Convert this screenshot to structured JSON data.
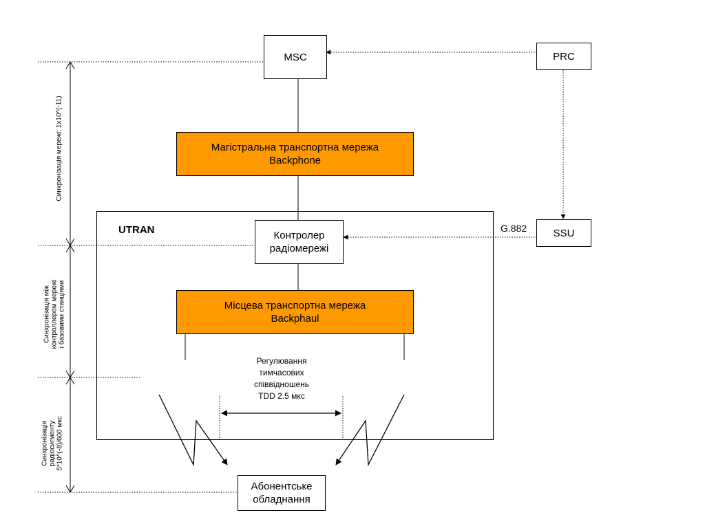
{
  "nodes": {
    "msc": "MSC",
    "prc": "PRC",
    "ssu": "SSU",
    "backbone": {
      "line1": "Магістральна транспортна мережа",
      "line2": "Backphone"
    },
    "rnc": {
      "line1": "Контролер",
      "line2": "радіомережі"
    },
    "backhaul": {
      "line1": "Місцева транспортна мережа",
      "line2": "Backphaul"
    },
    "ue": {
      "line1": "Абонентське",
      "line2": "обладнання"
    }
  },
  "labels": {
    "utran": "UTRAN",
    "g882": "G.882",
    "tdd": {
      "line1": "Регулювання",
      "line2": "тимчасових",
      "line3": "співвідношень",
      "line4": "TDD 2.5 мкс"
    }
  },
  "sync_levels": {
    "network": "Синхронізація мережі: 1x10^(-11)",
    "controller": {
      "line1": "Синхронізація між",
      "line2": "контроллером мережі",
      "line3": "і базовими станціями"
    },
    "radio": {
      "line1": "Синхронізація",
      "line2": "радіосигменту",
      "line3": "5*10^(-8)/600 мкс"
    }
  },
  "colors": {
    "transport_network": "#ff9900",
    "line": "#000000",
    "background": "#ffffff"
  }
}
